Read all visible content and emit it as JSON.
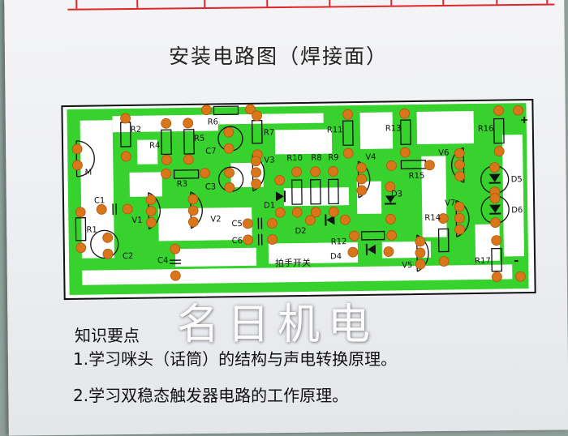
{
  "page_title": "安装电路图（焊接面）",
  "watermark": "名日机电",
  "knowledge": {
    "heading": "知识要点",
    "points": [
      "1.学习咪头（话筒）的结构与声电转换原理。",
      "2.学习双稳态触发器电路的工作原理。"
    ]
  },
  "board": {
    "switch_label": "拍手开关",
    "plus_sign": "+",
    "minus_sign": "-",
    "components": {
      "M": "M",
      "C1": "C1",
      "R1": "R1",
      "C2": "C2",
      "R2": "R2",
      "R3": "R3",
      "R4": "R4",
      "R5": "R5",
      "R6": "R6",
      "R7": "R7",
      "C7": "C7",
      "C3": "C3",
      "V1": "V1",
      "V2": "V2",
      "V3": "V3",
      "C4": "C4",
      "C5": "C5",
      "C6": "C6",
      "R10": "R10",
      "R8": "R8",
      "R9": "R9",
      "D1": "D1",
      "D2": "D2",
      "R11": "R11",
      "V4": "V4",
      "R13": "R13",
      "D3": "D3",
      "R15": "R15",
      "R12": "R12",
      "D4": "D4",
      "V5": "V5",
      "V6": "V6",
      "V7": "V7",
      "R14": "R14",
      "R16": "R16",
      "D5": "D5",
      "D6": "D6",
      "R17": "R17"
    }
  },
  "colors": {
    "trace": "#38d22e",
    "pad": "#d9761a",
    "border": "#111111",
    "grid_red": "#e0262b"
  }
}
